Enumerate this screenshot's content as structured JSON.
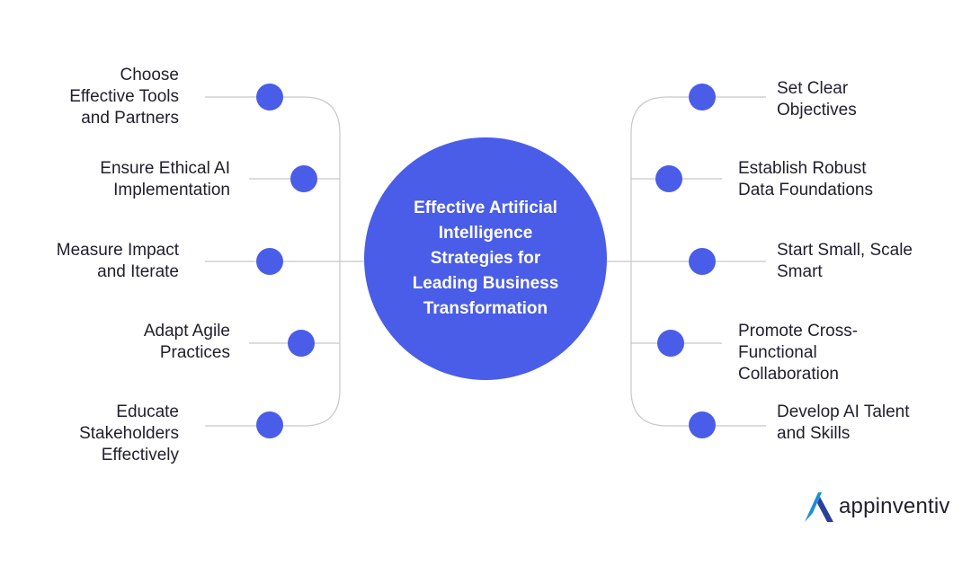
{
  "colors": {
    "accent": "#4a5de8",
    "line": "#c8c8c8",
    "text": "#1f1f2e",
    "logo_blue": "#1b8fd8",
    "logo_dark": "#2a3f9b"
  },
  "center": {
    "title": "Effective Artificial\nIntelligence\nStrategies for\nLeading Business\nTransformation"
  },
  "left_items": [
    {
      "label": "Choose\nEffective Tools\nand Partners"
    },
    {
      "label": "Ensure Ethical AI\nImplementation"
    },
    {
      "label": "Measure Impact\nand Iterate"
    },
    {
      "label": "Adapt Agile\nPractices"
    },
    {
      "label": "Educate\nStakeholders\nEffectively"
    }
  ],
  "right_items": [
    {
      "label": "Set Clear\nObjectives"
    },
    {
      "label": "Establish Robust\nData Foundations"
    },
    {
      "label": "Start Small, Scale\nSmart"
    },
    {
      "label": "Promote Cross-\nFunctional\nCollaboration"
    },
    {
      "label": "Develop AI Talent\nand Skills"
    }
  ],
  "logo": {
    "name": "appinventiv",
    "icon": "appinventiv-logo-icon"
  }
}
